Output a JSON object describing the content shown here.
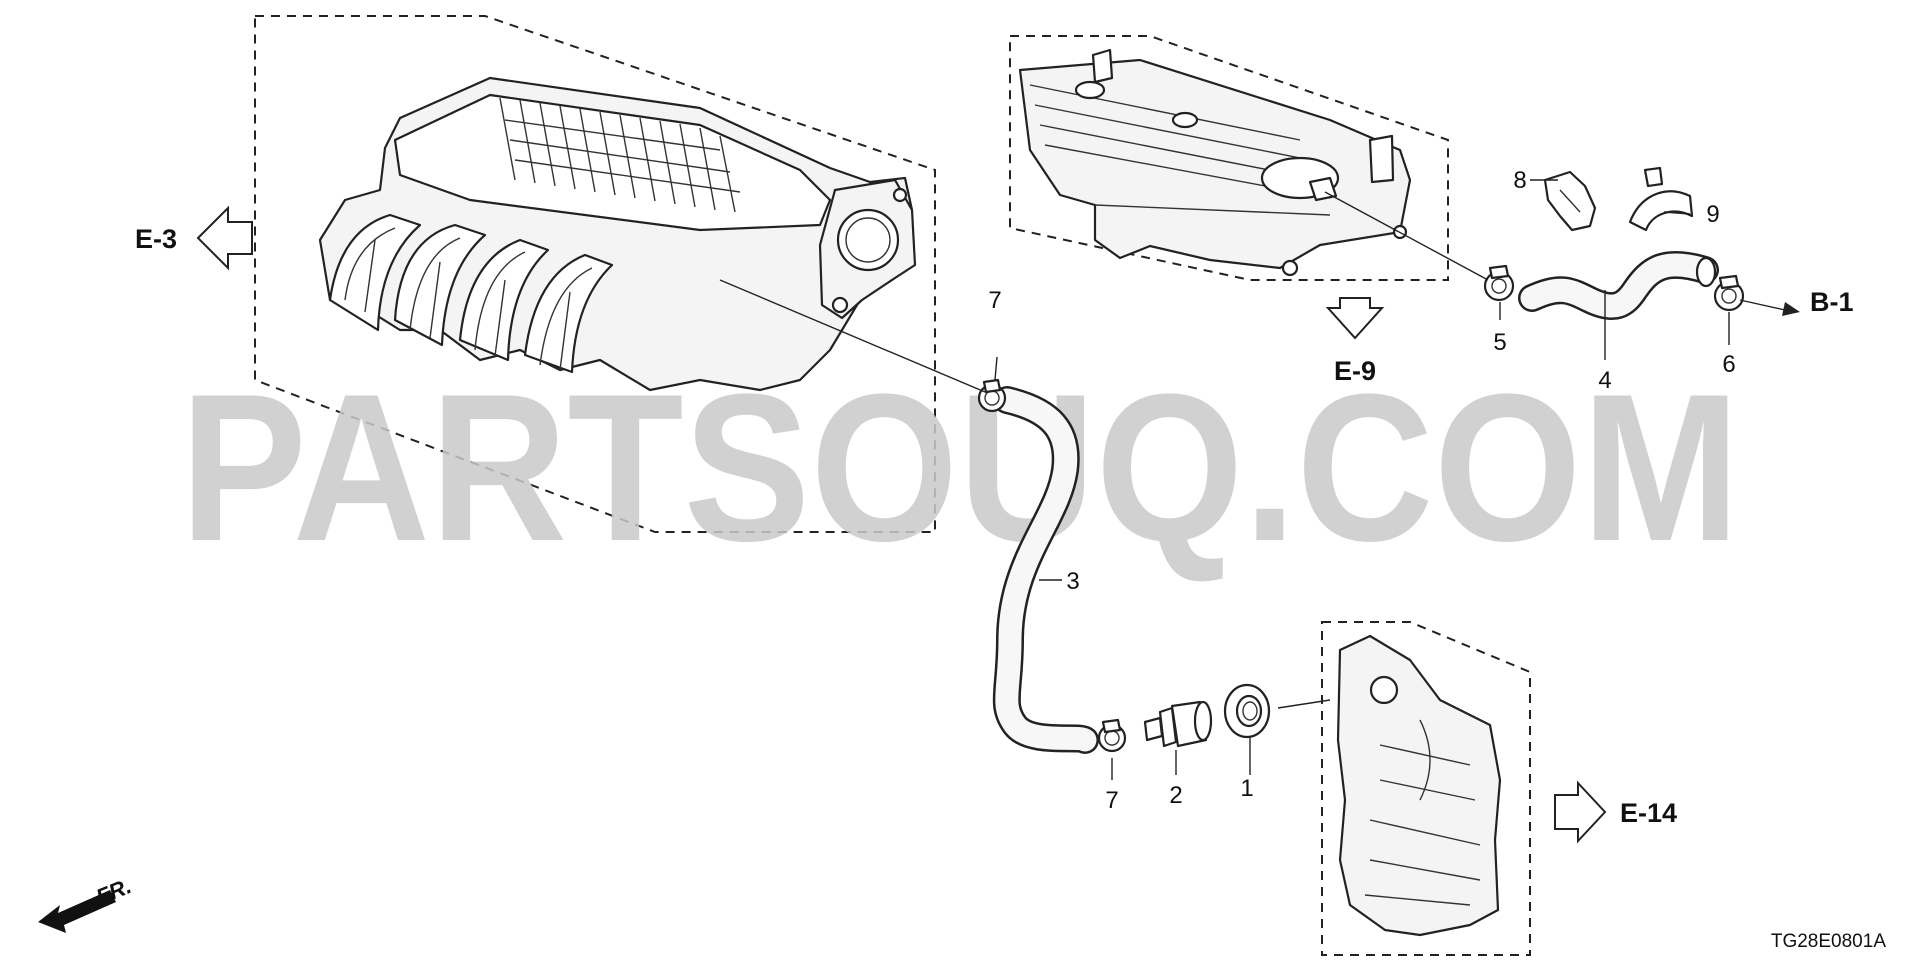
{
  "watermark": "PARTSOUQ.COM",
  "diagram_code": "TG28E0801A",
  "front_marker": "FR.",
  "references": {
    "e3": "E-3",
    "e9": "E-9",
    "b1": "B-1",
    "e14": "E-14"
  },
  "callouts": {
    "c1": "1",
    "c2": "2",
    "c3": "3",
    "c4": "4",
    "c5": "5",
    "c6": "6",
    "c7a": "7",
    "c7b": "7",
    "c8": "8",
    "c9": "9"
  }
}
